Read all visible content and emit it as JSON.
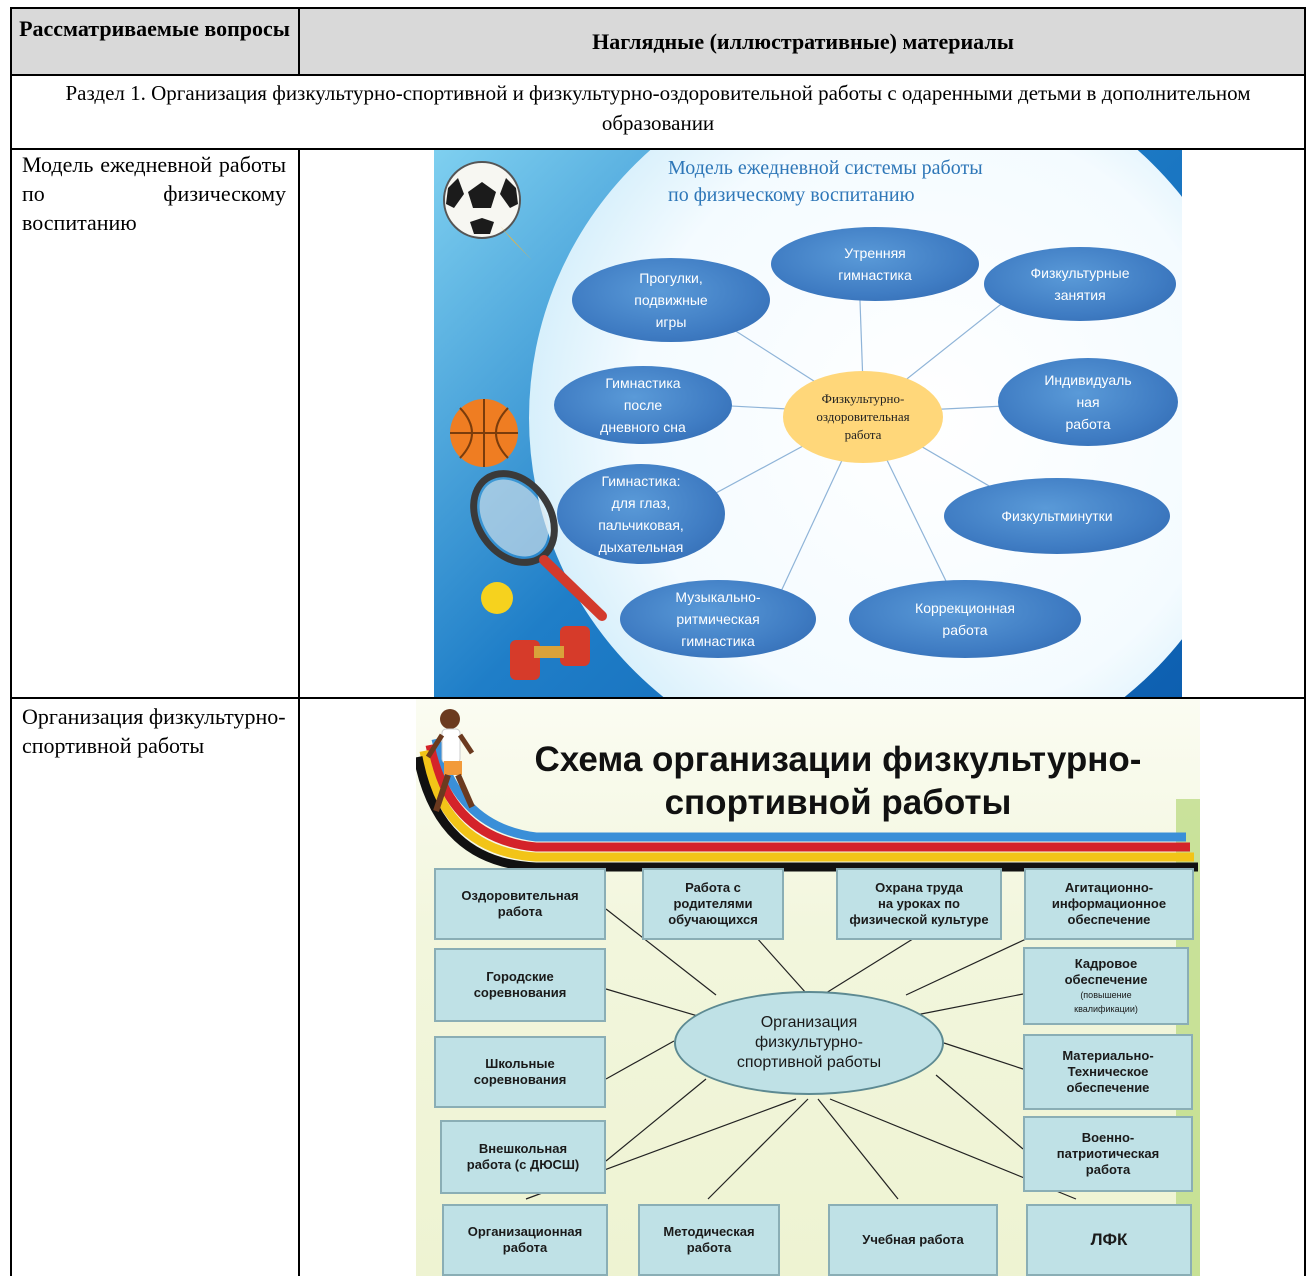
{
  "header": {
    "col1": "Рассматриваемые вопросы",
    "col2": "Наглядные (иллюстративные) материалы"
  },
  "section": "Раздел 1. Организация физкультурно-спортивной и физкультурно-оздоровительной работы с одаренными детьми в дополнительном образовании",
  "rows": [
    {
      "question": "Модель ежедневной работы по физическому воспитанию",
      "image": {
        "title_line1": "Модель ежедневной системы работы",
        "title_line2": "по физическому воспитанию",
        "center": "Физкультурно-\nоздоровительная\nработа",
        "nodes": [
          "Утренняя\nгимнастика",
          "Физкультурные\nзанятия",
          "Индивидуаль\nная\nработа",
          "Физкультминутки",
          "Коррекционная\nработа",
          "Музыкально-\nритмическая\nгимнастика",
          "Гимнастика:\nдля глаз,\nпальчиковая,\nдыхательная",
          "Гимнастика\nпосле\nдневного сна",
          "Прогулки,\nподвижные\nигры"
        ],
        "colors": {
          "oval": "#3f7cc3",
          "center": "#ffd77a",
          "title": "#2e77b8"
        }
      }
    },
    {
      "question": "Организация физкультурно-спортивной работы",
      "image": {
        "title_line1": "Схема организации физкультурно-",
        "title_line2": "спортивной работы",
        "center": "Организация\nфизкультурно-\nспортивной работы",
        "top": [
          "Оздоровительная\nработа",
          "Работа с\nродителями\nобучающихся",
          "Охрана труда\nна уроках по\nфизической культуре",
          "Агитационно-\nинформационное\nобеспечение"
        ],
        "left": [
          "Городские\nсоревнования",
          "Школьные\nсоревнования",
          "Внешкольная\nработа (с ДЮСШ)"
        ],
        "right_kadr_main": "Кадровое\nобеспечение",
        "right_kadr_note": "(повышение\nквалификации)",
        "right": [
          "Материально-\nТехническое\nобеспечение",
          "Военно-\nпатриотическая\nработа"
        ],
        "bottom": [
          "Организационная\nработа",
          "Методическая\nработа",
          "Учебная работа",
          "ЛФК"
        ],
        "colors": {
          "box": "#bfe1e6",
          "stripes": [
            "#3a8fd8",
            "#d4232a",
            "#f2c418",
            "#111111"
          ]
        }
      }
    }
  ]
}
